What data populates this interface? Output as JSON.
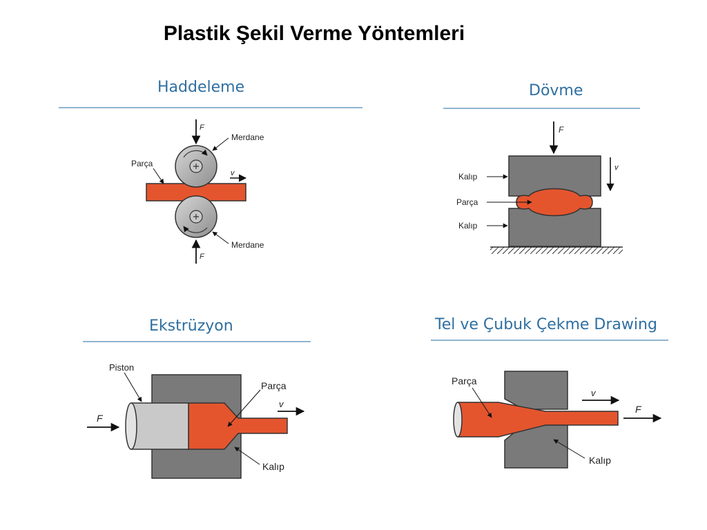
{
  "page": {
    "title": "Plastik Şekil Verme Yöntemleri"
  },
  "colors": {
    "workpiece": "#e4552e",
    "die": "#7a7a7a",
    "heading": "#2f6fa0",
    "rule": "#8fb4d0"
  },
  "panels": {
    "haddeleme": {
      "title": "Haddeleme",
      "labels": {
        "force_top": "F",
        "force_bottom": "F",
        "roller_top": "Merdane",
        "roller_bottom": "Merdane",
        "workpiece": "Parça",
        "velocity": "v"
      }
    },
    "dovme": {
      "title": "Dövme",
      "labels": {
        "force": "F",
        "velocity": "v",
        "die_top": "Kalıp",
        "workpiece": "Parça",
        "die_bottom": "Kalıp"
      }
    },
    "ekstruzyon": {
      "title": "Ekstrüzyon",
      "labels": {
        "piston": "Piston",
        "workpiece": "Parça",
        "velocity": "v",
        "force": "F",
        "die": "Kalıp"
      }
    },
    "cekme": {
      "title": "Tel ve Çubuk Çekme Drawing",
      "labels": {
        "workpiece": "Parça",
        "velocity": "v",
        "force": "F",
        "die": "Kalıp"
      }
    }
  }
}
